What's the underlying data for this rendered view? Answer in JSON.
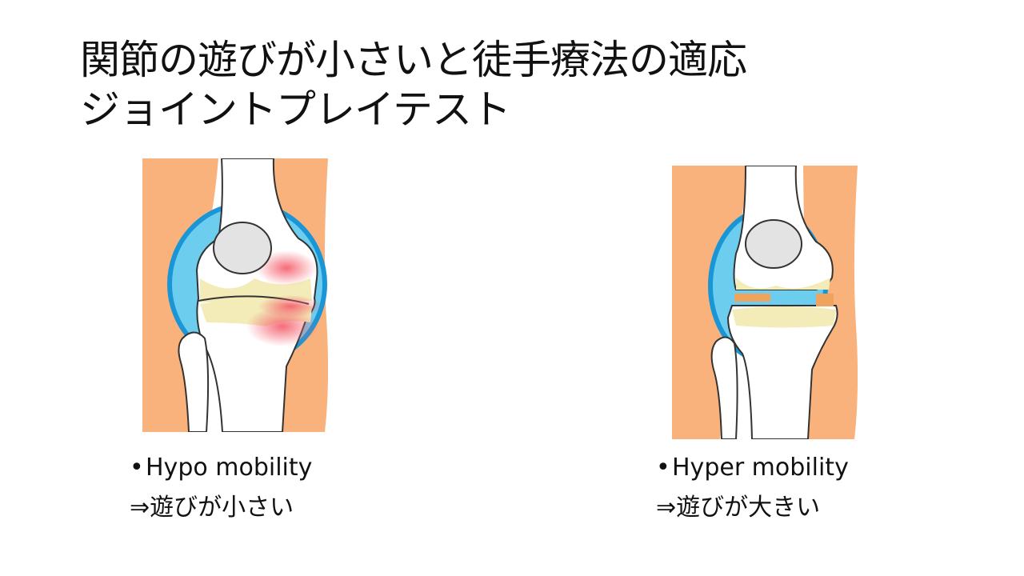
{
  "slide": {
    "title_line1": "関節の遊びが小さいと徒手療法の適応",
    "title_line2": "ジョイントプレイテスト"
  },
  "left": {
    "bullet": "•",
    "term": "Hypo mobility",
    "meaning": "⇒遊びが小さい"
  },
  "right": {
    "bullet": "•",
    "term": "Hyper mobility",
    "meaning": "⇒遊びが大きい"
  },
  "colors": {
    "skin": "#F9B27C",
    "capsule": "#1A96D6",
    "synovial": "#6DCDEF",
    "cartilage": "#F3EBB8",
    "patella": "#E3E3E3",
    "inflammation": "#F45C6A"
  }
}
